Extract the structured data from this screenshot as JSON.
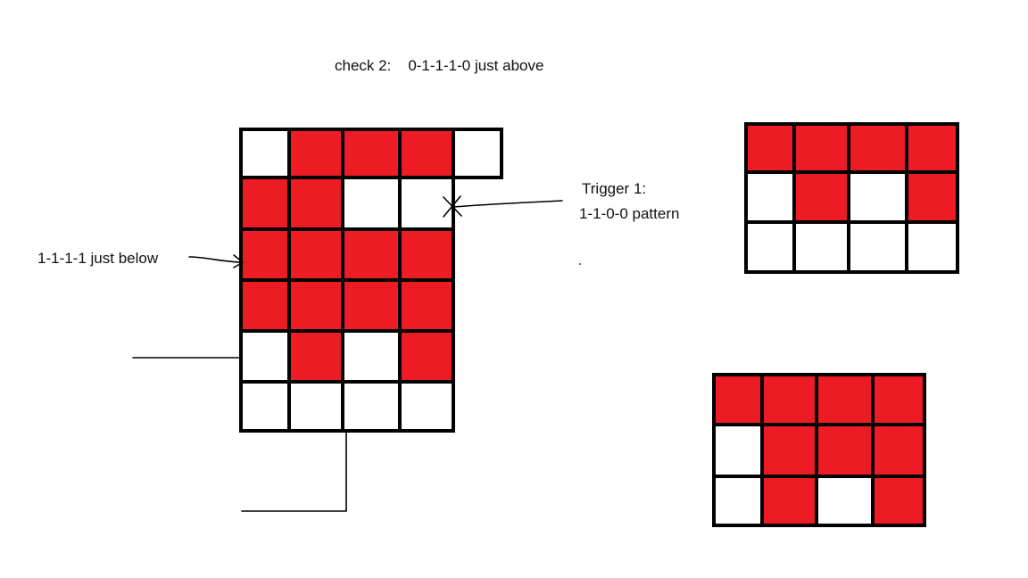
{
  "labels": {
    "check2_prefix": "check 2:",
    "check2_pattern": "0-1-1-1-0 just above",
    "trigger_title": "Trigger 1:",
    "trigger_pattern": "1-1-0-0 pattern",
    "below_note": "1-1-1-1 just below"
  },
  "colors": {
    "filled": "#ed1c24",
    "empty": "#ffffff",
    "grid_line": "#000000"
  },
  "grids": {
    "main": {
      "rows": [
        [
          0,
          1,
          1,
          1,
          0
        ],
        [
          1,
          1,
          0,
          0
        ],
        [
          1,
          1,
          1,
          1
        ],
        [
          1,
          1,
          1,
          1
        ],
        [
          0,
          1,
          0,
          1
        ],
        [
          0,
          0,
          0,
          0
        ]
      ]
    },
    "top_right": {
      "rows": [
        [
          1,
          1,
          1,
          1
        ],
        [
          0,
          1,
          0,
          1
        ],
        [
          0,
          0,
          0,
          0
        ]
      ]
    },
    "bottom_right": {
      "rows": [
        [
          1,
          1,
          1,
          1
        ],
        [
          0,
          1,
          1,
          1
        ],
        [
          0,
          1,
          0,
          1
        ]
      ]
    }
  }
}
